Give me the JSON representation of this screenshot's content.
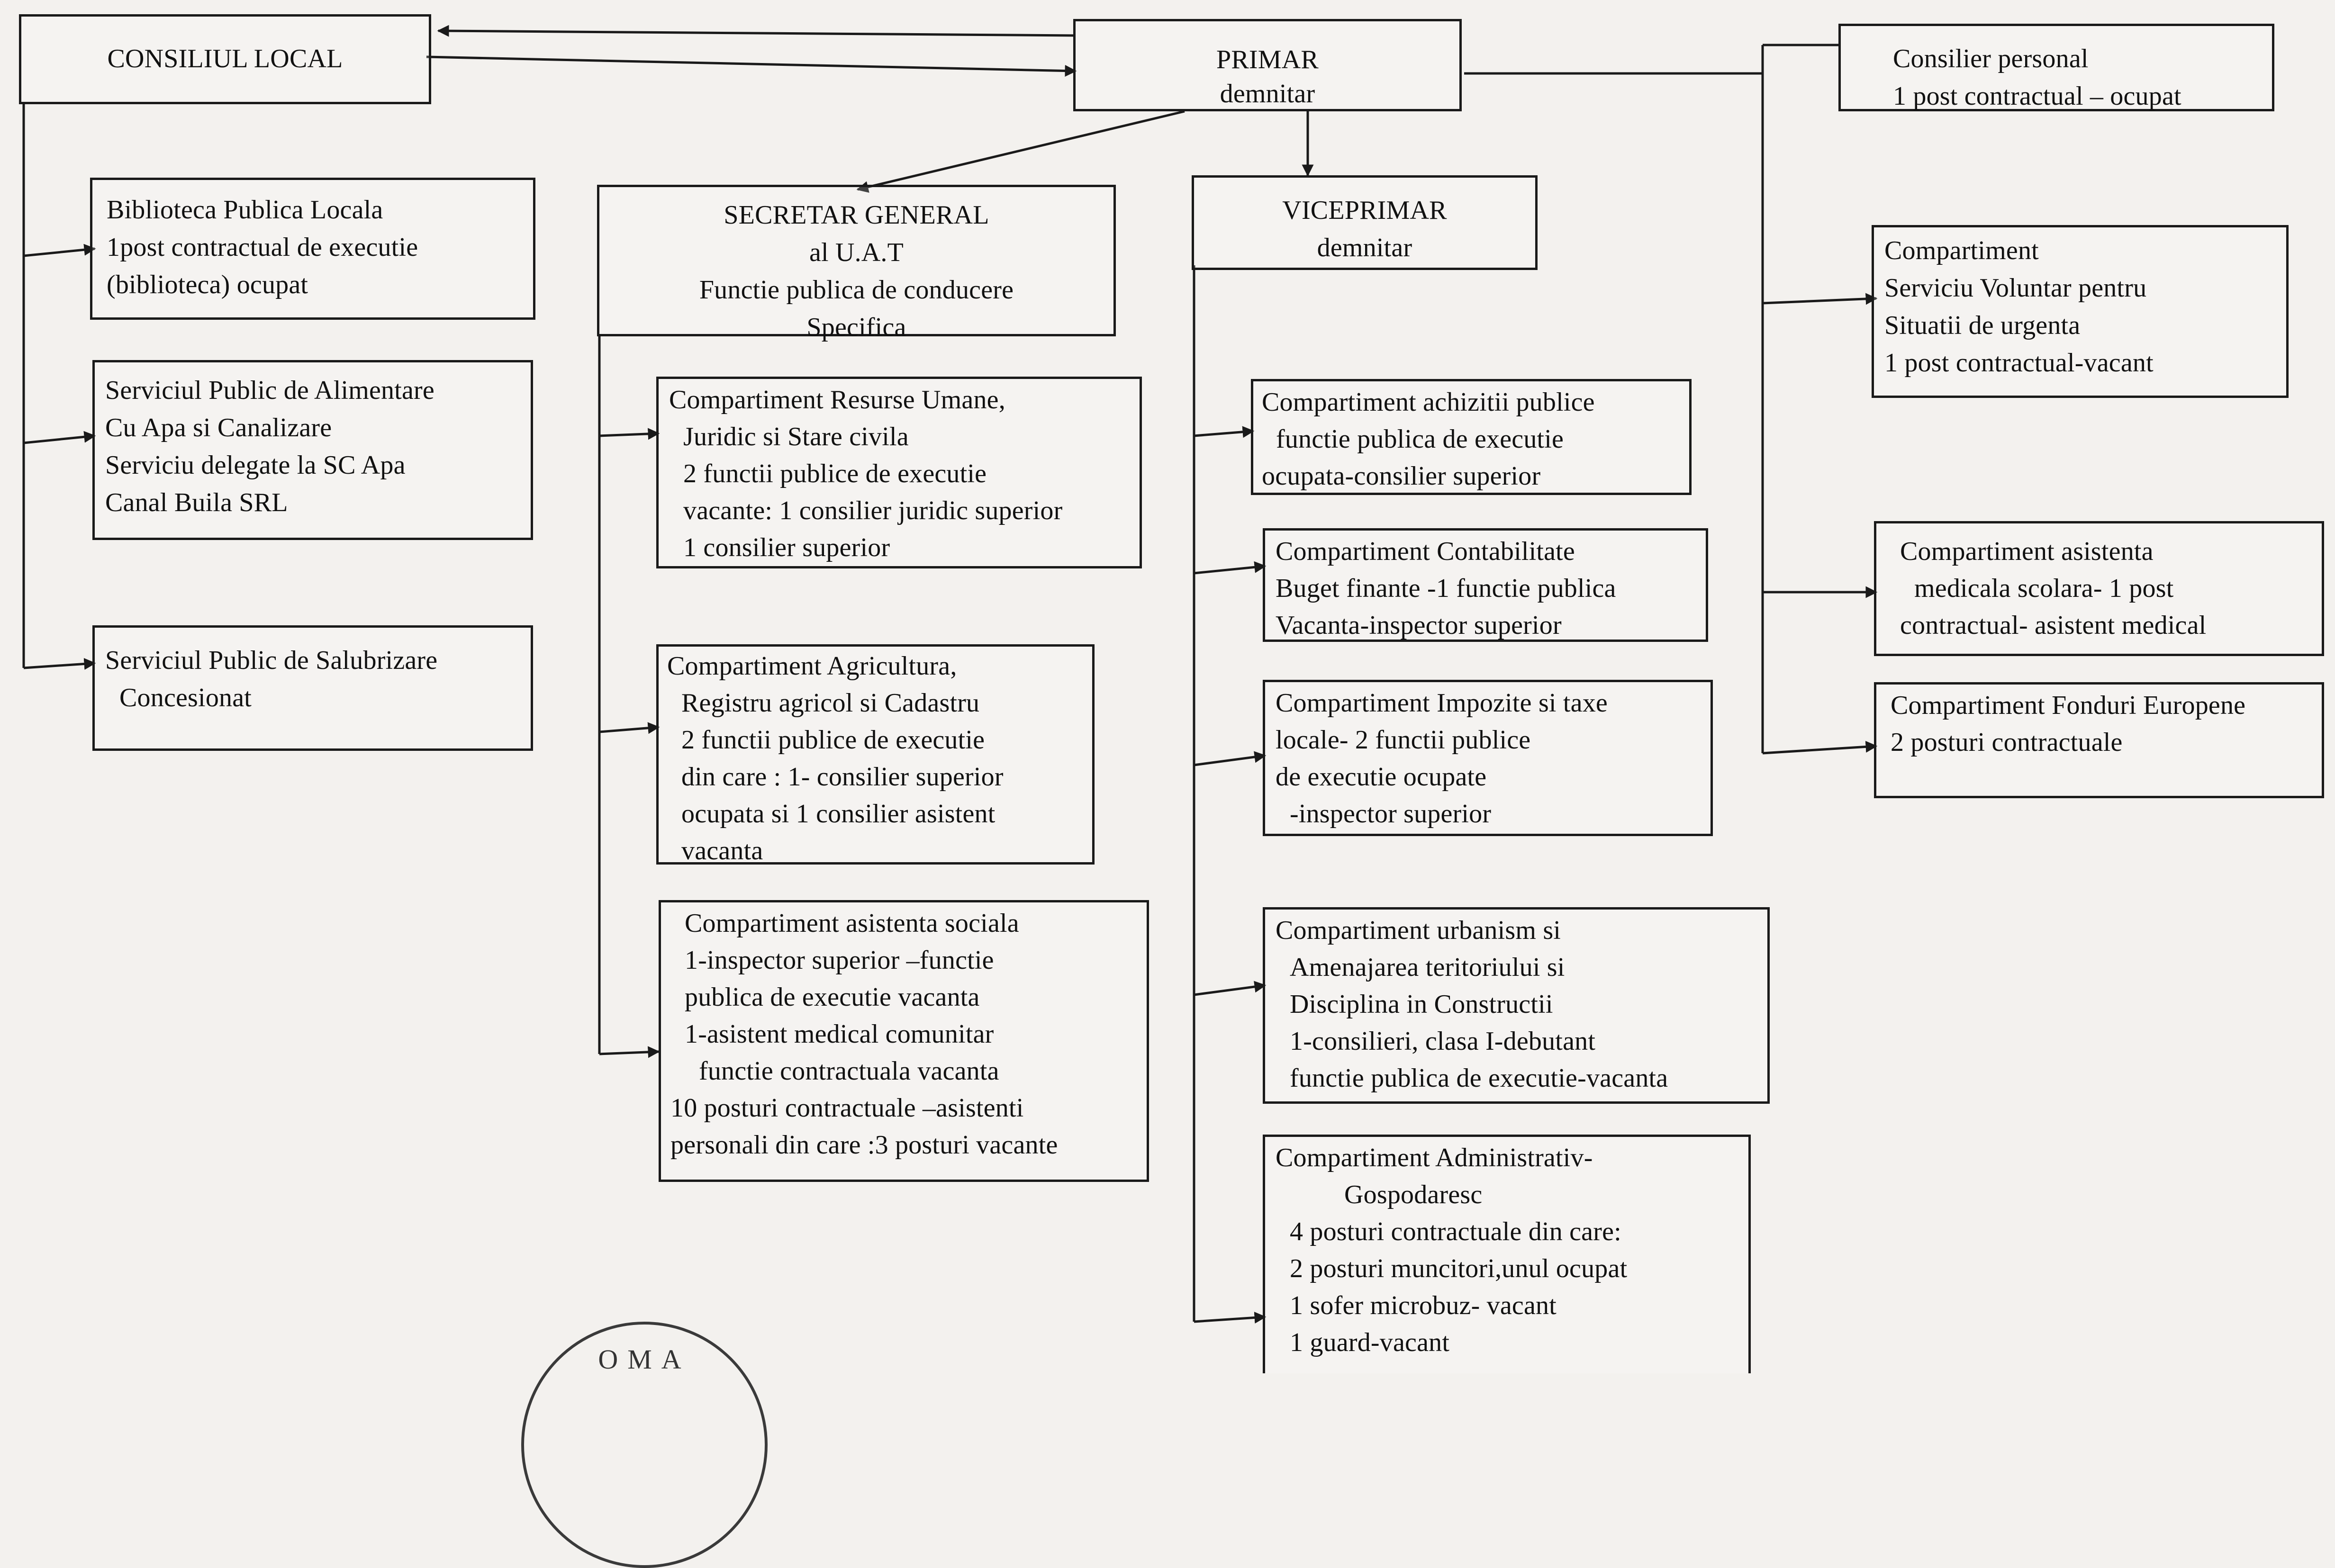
{
  "nodes": {
    "consiliu": {
      "lines": [
        "CONSILIUL LOCAL"
      ]
    },
    "primar": {
      "lines": [
        "PRIMAR",
        "demnitar"
      ]
    },
    "consilier": {
      "lines": [
        "Consilier    personal",
        "1 post contractual – ocupat"
      ]
    },
    "biblioteca": {
      "lines": [
        "Biblioteca Publica Locala",
        "1post contractual de executie",
        "(biblioteca)  ocupat"
      ]
    },
    "apa": {
      "lines": [
        "Serviciul Public de Alimentare",
        "Cu Apa si Canalizare",
        "Serviciu delegate la SC Apa",
        "Canal Buila SRL"
      ]
    },
    "salubrizare": {
      "lines": [
        "Serviciul Public de Salubrizare",
        "Concesionat"
      ]
    },
    "secretar": {
      "lines": [
        "SECRETAR  GENERAL",
        "al U.A.T",
        "Functie publica de conducere",
        "Specifica"
      ]
    },
    "viceprimar": {
      "lines": [
        "VICEPRIMAR",
        "demnitar"
      ]
    },
    "svsu": {
      "lines": [
        "Compartiment",
        "Serviciu Voluntar pentru",
        "Situatii de urgenta",
        "1 post contractual-vacant"
      ]
    },
    "resurse": {
      "lines": [
        "Compartiment   Resurse Umane,",
        "Juridic si Stare civila",
        "2 functii publice de executie",
        "vacante: 1 consilier juridic superior",
        "1 consilier superior"
      ]
    },
    "achizitii": {
      "lines": [
        "Compartiment achizitii publice",
        "functie publica de executie",
        "ocupata-consilier superior"
      ]
    },
    "contabilitate": {
      "lines": [
        "Compartiment  Contabilitate",
        "Buget finante -1 functie publica",
        "Vacanta-inspector superior"
      ]
    },
    "asistenta_medicala": {
      "lines": [
        "Compartiment asistenta",
        "medicala scolara- 1 post",
        "contractual- asistent medical"
      ]
    },
    "agricultura": {
      "lines": [
        "Compartiment  Agricultura,",
        "Registru  agricol si Cadastru",
        "2 functii publice de executie",
        "din care : 1- consilier superior",
        "ocupata si 1 consilier asistent",
        "vacanta"
      ]
    },
    "impozite": {
      "lines": [
        "Compartiment Impozite si taxe",
        "locale- 2 functii publice",
        "de executie ocupate",
        "-inspector superior"
      ]
    },
    "fonduri": {
      "lines": [
        "Compartiment Fonduri Europene",
        "2 posturi contractuale"
      ]
    },
    "asistenta_sociala": {
      "lines": [
        "Compartiment asistenta sociala",
        "1-inspector superior –functie",
        "publica de executie vacanta",
        "1-asistent medical comunitar",
        "functie contractuala vacanta",
        "10 posturi contractuale –asistenti",
        "personali din care :3 posturi vacante"
      ]
    },
    "urbanism": {
      "lines": [
        "Compartiment urbanism si",
        "Amenajarea teritoriului si",
        "Disciplina in Constructii",
        "1-consilieri, clasa I-debutant",
        "functie publica de executie-vacanta"
      ]
    },
    "administrativ": {
      "lines": [
        "Compartiment Administrativ-",
        "Gospodaresc",
        "4 posturi contractuale din care:",
        "2 posturi muncitori,unul ocupat",
        "1 sofer microbuz- vacant",
        "1 guard-vacant"
      ]
    }
  },
  "seal": {
    "text": "OMA"
  },
  "colors": {
    "ink": "#1a1a1a",
    "paper": "#f3f1ee"
  }
}
